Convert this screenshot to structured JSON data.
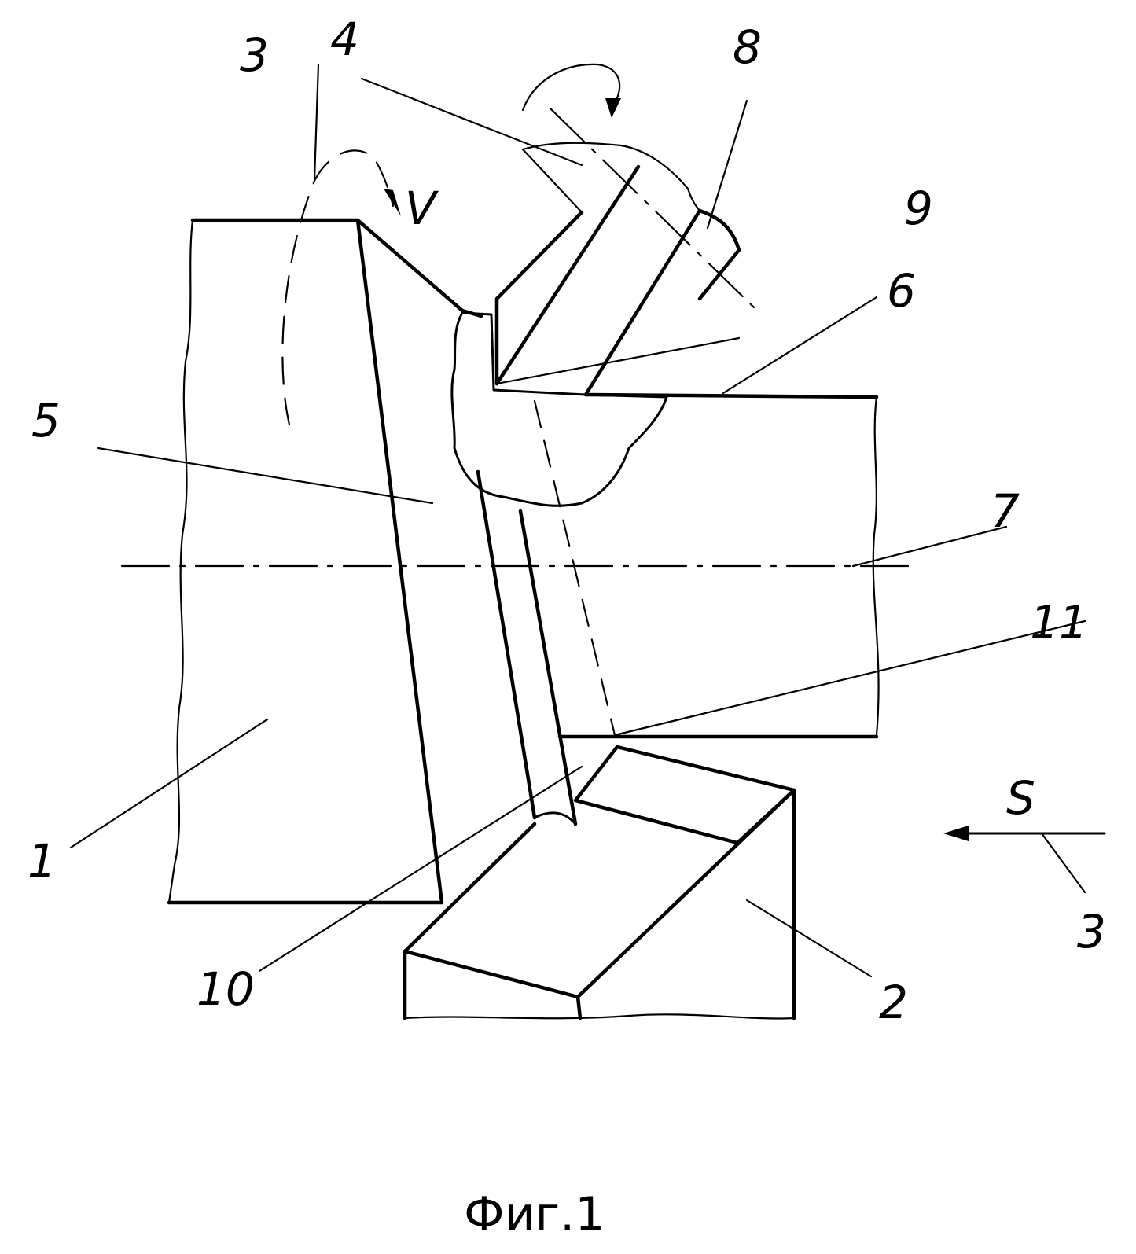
{
  "caption": "Фиг.1",
  "labels": {
    "l1": "1",
    "l2": "2",
    "l3_top": "3",
    "l3_right": "3",
    "l4": "4",
    "l5": "5",
    "l6": "6",
    "l7": "7",
    "l8": "8",
    "l9": "9",
    "l10": "10",
    "l11": "11",
    "v": "V",
    "s": "S"
  }
}
